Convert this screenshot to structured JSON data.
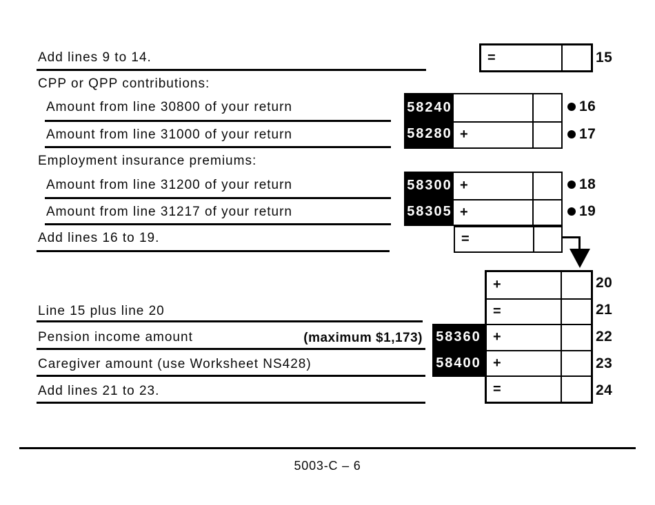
{
  "document": {
    "kind": "tax-form-section",
    "footer_code": "5003-C – 6"
  },
  "colors": {
    "ink": "#000000",
    "paper": "#ffffff",
    "field_code_bg": "#000000",
    "field_code_text": "#ffffff"
  },
  "icons": {
    "bullet_marker": "●",
    "flow_arrow": "▼"
  },
  "labels": {
    "add_9_14": "Add lines 9 to 14.",
    "cpp_header": "CPP or QPP contributions:",
    "line_30800": "Amount from line 30800 of your return",
    "line_31000": "Amount from line 31000 of your return",
    "ei_header": "Employment insurance premiums:",
    "line_31200": "Amount from line 31200 of your return",
    "line_31217": "Amount from line 31217 of your return",
    "add_16_19": "Add lines 16 to 19.",
    "line15_plus_20": "Line 15 plus line 20",
    "pension": "Pension income amount",
    "pension_max": "(maximum $1,173)",
    "caregiver": "Caregiver amount (use Worksheet NS428)",
    "add_21_23": "Add lines 21 to 23."
  },
  "fields": {
    "line15": {
      "sign": "=",
      "line_no": "15"
    },
    "line16": {
      "code": "58240",
      "sign": "",
      "line_no": "16"
    },
    "line17": {
      "code": "58280",
      "sign": "+",
      "line_no": "17"
    },
    "line18": {
      "code": "58300",
      "sign": "+",
      "line_no": "18"
    },
    "line19": {
      "code": "58305",
      "sign": "+",
      "line_no": "19"
    },
    "sum16_19": {
      "sign": "="
    },
    "line20": {
      "sign": "+",
      "line_no": "20"
    },
    "line21": {
      "sign": "=",
      "line_no": "21"
    },
    "line22": {
      "code": "58360",
      "sign": "+",
      "line_no": "22"
    },
    "line23": {
      "code": "58400",
      "sign": "+",
      "line_no": "23"
    },
    "line24": {
      "sign": "=",
      "line_no": "24"
    }
  }
}
